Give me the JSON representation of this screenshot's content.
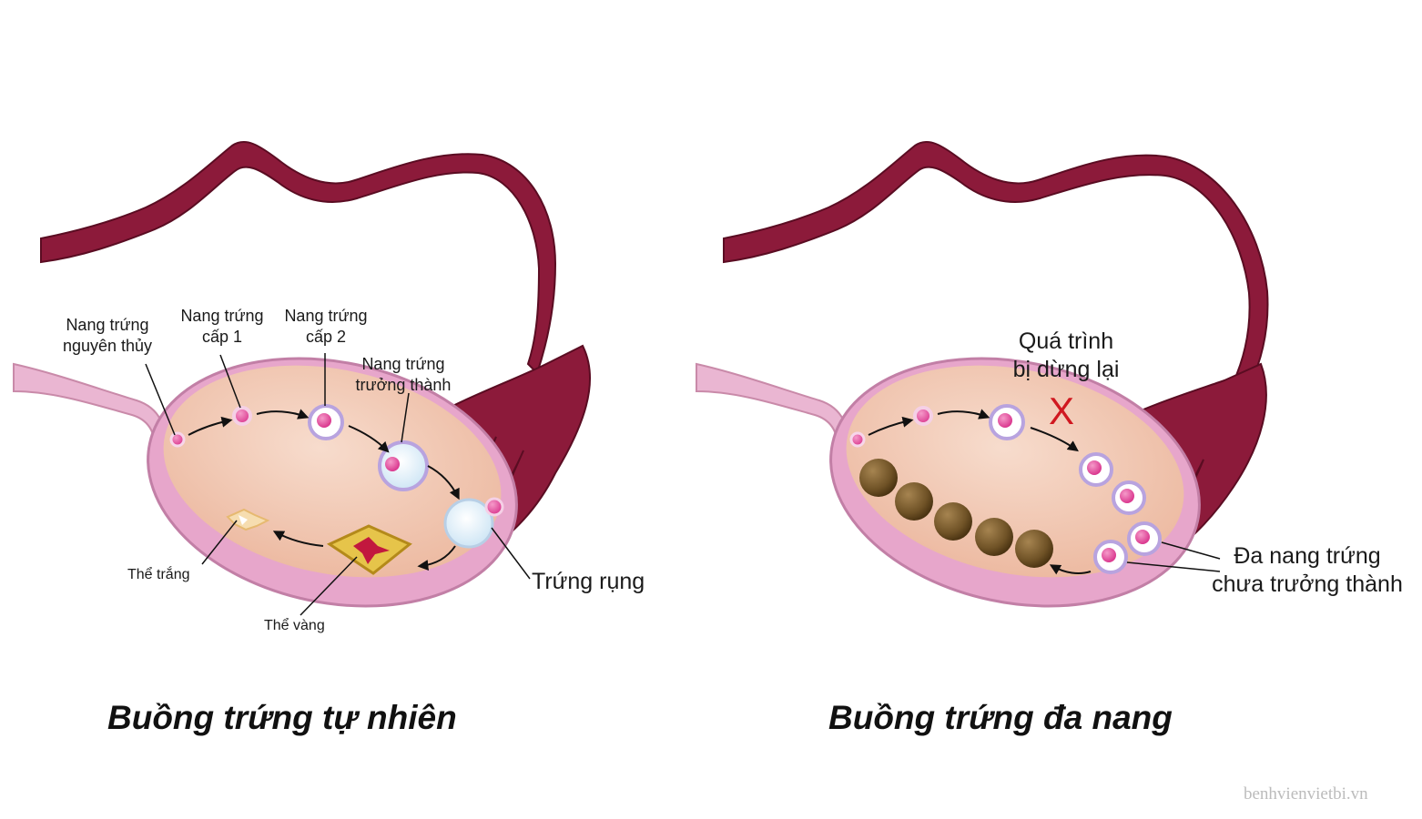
{
  "left_panel": {
    "caption": "Buồng trứng tự nhiên",
    "labels": {
      "primordial": [
        "Nang trứng",
        "nguyên thủy"
      ],
      "primary": [
        "Nang trứng",
        "cấp 1"
      ],
      "secondary": [
        "Nang trứng",
        "cấp 2"
      ],
      "mature": [
        "Nang trứng",
        "trưởng thành"
      ],
      "ovulation": "Trứng rụng",
      "corpus_albicans": "Thể trắng",
      "corpus_luteum": "Thể vàng"
    }
  },
  "right_panel": {
    "caption": "Buồng trứng đa nang",
    "labels": {
      "process_stopped": [
        "Quá trình",
        "bị dừng lại"
      ],
      "stop_mark": "X",
      "immature_follicles": [
        "Đa nang trứng",
        "chưa trưởng thành"
      ]
    }
  },
  "watermark": "benhvienvietbi.vn",
  "colors": {
    "tube": "#8c1a3a",
    "ovary_rim": "#e7a6cb",
    "ovary_fill": "#f0c6b2",
    "follicle_center": "#e6469e",
    "cyst": "#7a5e30",
    "stop_mark": "#d01820"
  }
}
